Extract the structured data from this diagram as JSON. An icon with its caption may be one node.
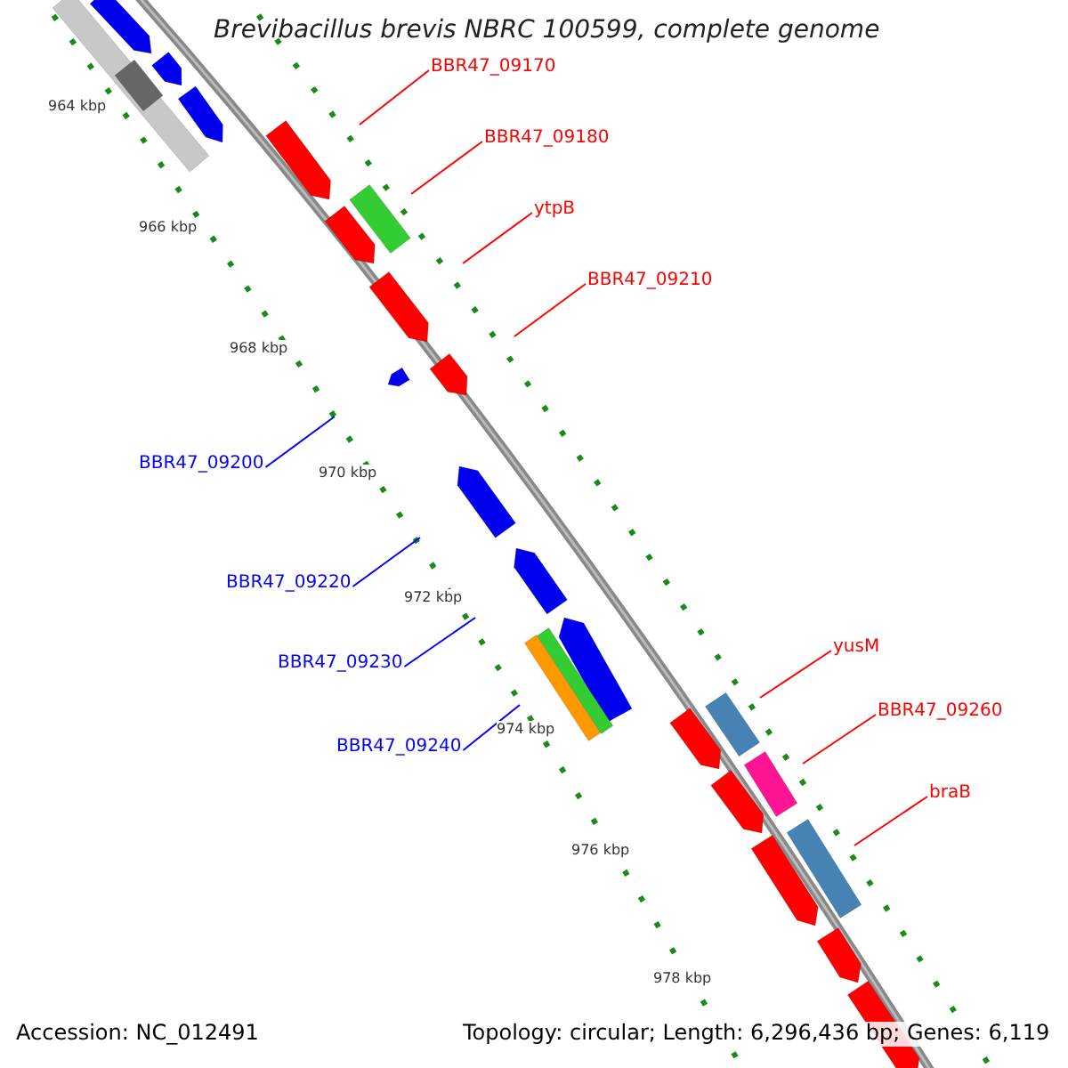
{
  "diagram": {
    "title": "Brevibacillus brevis NBRC 100599, complete genome",
    "nodes": [
      {
        "text": [
          "BBR47_09170"
        ]
      },
      {
        "text": [
          "BBR47_09180"
        ]
      },
      {
        "text": [
          "ytpB"
        ]
      },
      {
        "text": [
          "BBR47_09210"
        ]
      },
      {
        "text": [
          "BBR47_09200"
        ]
      },
      {
        "text": [
          "BBR47_09220"
        ]
      },
      {
        "text": [
          "yusM"
        ]
      },
      {
        "text": [
          "BBR47_09230"
        ]
      },
      {
        "text": [
          "BBR47_09260"
        ]
      },
      {
        "text": [
          "BBR47_09240"
        ]
      },
      {
        "text": [
          "braB"
        ]
      }
    ],
    "edges": [
      {
        "from": 0,
        "to": null,
        "arrow": "none"
      },
      {
        "from": 1,
        "to": null,
        "arrow": "none"
      },
      {
        "from": 2,
        "to": null,
        "arrow": "none"
      },
      {
        "from": 3,
        "to": null,
        "arrow": "none"
      },
      {
        "from": 4,
        "to": null,
        "arrow": "none",
        "color": "#0000ff"
      },
      {
        "from": 5,
        "to": null,
        "arrow": "none",
        "color": "#0000ff"
      },
      {
        "from": 6,
        "to": null,
        "arrow": "none"
      },
      {
        "from": 7,
        "to": null,
        "arrow": "none",
        "color": "#0000ff"
      },
      {
        "from": 8,
        "to": null,
        "arrow": "none"
      },
      {
        "from": 9,
        "to": null,
        "arrow": "none",
        "color": "#0000ff"
      },
      {
        "from": 10,
        "to": null,
        "arrow": "none"
      }
    ],
    "labels": [
      "964 kbp",
      "966 kbp",
      "968 kbp",
      "970 kbp",
      "972 kbp",
      "974 kbp",
      "976 kbp",
      "978 kbp",
      "Accession: NC_012491",
      "Topology: circular; Length: 6,296,436 bp; Genes: 6,119"
    ]
  }
}
